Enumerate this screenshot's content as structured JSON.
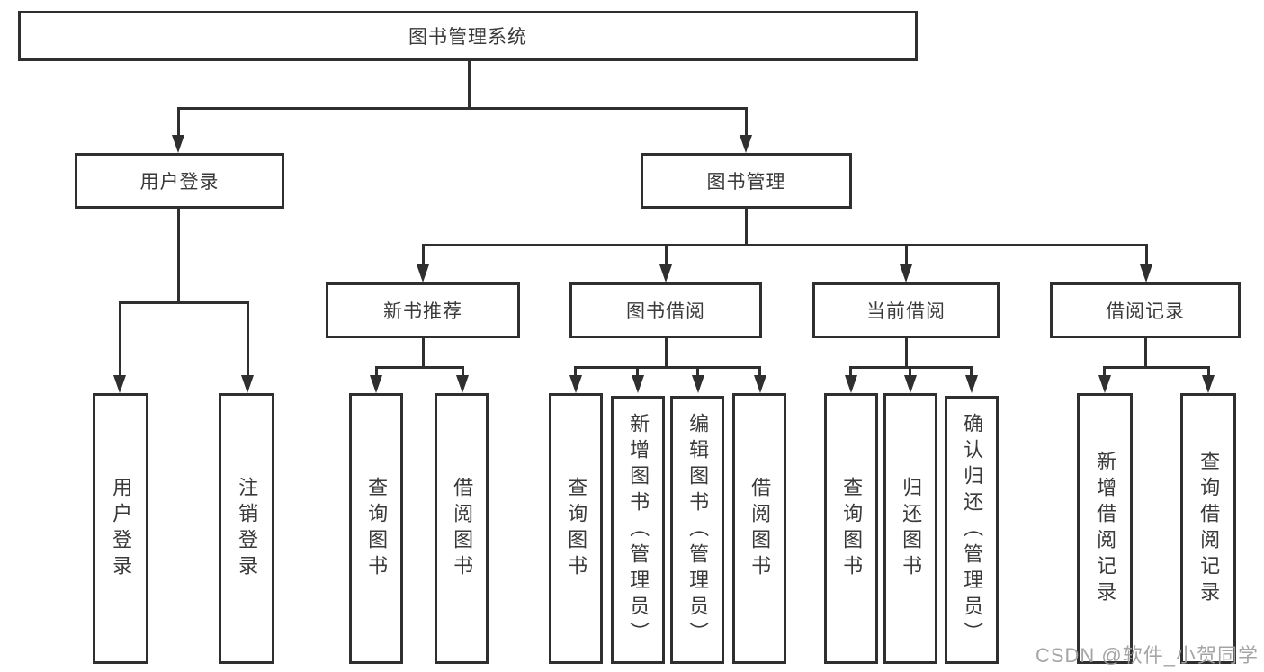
{
  "colors": {
    "background": "#ffffff",
    "line": "#2f2f2f",
    "box_border": "#2f2f2f",
    "text": "#3a3a3a",
    "watermark": "#a0a0a0"
  },
  "tree": {
    "root": {
      "label": "图书管理系统"
    },
    "branches": [
      {
        "label": "用户登录",
        "children": [
          {
            "label": "用户登录"
          },
          {
            "label": "注销登录"
          }
        ]
      },
      {
        "label": "图书管理",
        "children": [
          {
            "label": "新书推荐",
            "children": [
              {
                "label": "查询图书"
              },
              {
                "label": "借阅图书"
              }
            ]
          },
          {
            "label": "图书借阅",
            "children": [
              {
                "label": "查询图书"
              },
              {
                "label": "新增图书（管理员）"
              },
              {
                "label": "编辑图书（管理员）"
              },
              {
                "label": "借阅图书"
              }
            ]
          },
          {
            "label": "当前借阅",
            "children": [
              {
                "label": "查询图书"
              },
              {
                "label": "归还图书"
              },
              {
                "label": "确认归还（管理员）"
              }
            ]
          },
          {
            "label": "借阅记录",
            "children": [
              {
                "label": "新增借阅记录"
              },
              {
                "label": "查询借阅记录"
              }
            ]
          }
        ]
      }
    ]
  },
  "watermark": {
    "label": "CSDN @软件_小贺同学"
  }
}
